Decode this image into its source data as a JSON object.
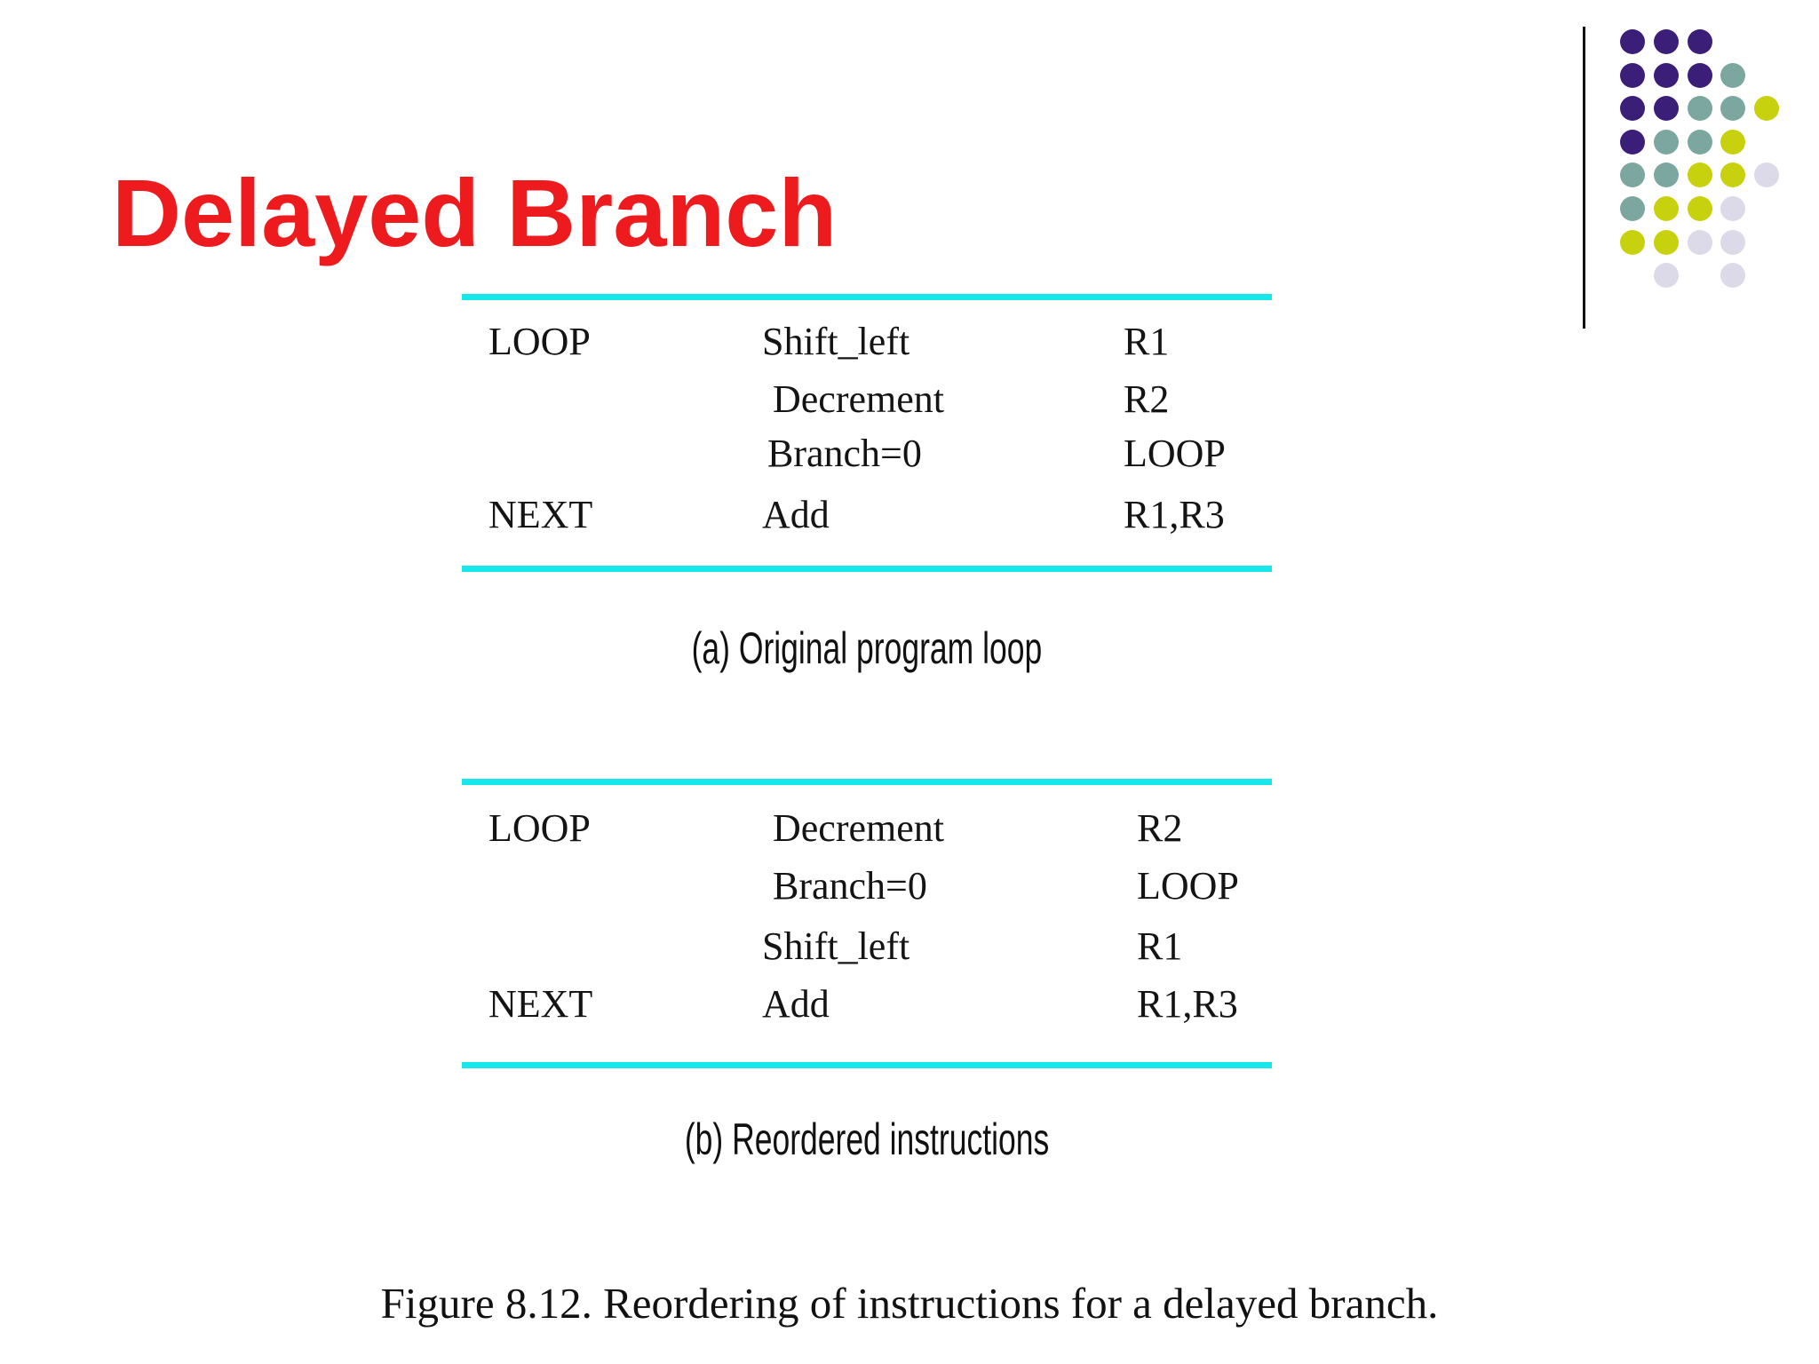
{
  "title": {
    "text": "Delayed Branch",
    "color": "#EE1B1E"
  },
  "tables": {
    "a": {
      "rows": [
        {
          "label": "LOOP",
          "opcode": "Shift_left",
          "operand": "R1"
        },
        {
          "label": "",
          "opcode": "Decrement",
          "operand": "R2"
        },
        {
          "label": "",
          "opcode": "Branch=0",
          "operand": "LOOP"
        },
        {
          "label": "NEXT",
          "opcode": "Add",
          "operand": "R1,R3"
        }
      ],
      "caption": "(a) Original program loop"
    },
    "b": {
      "rows": [
        {
          "label": "LOOP",
          "opcode": "Decrement",
          "operand": "R2"
        },
        {
          "label": "",
          "opcode": "Branch=0",
          "operand": "LOOP"
        },
        {
          "label": "",
          "opcode": "Shift_left",
          "operand": "R1"
        },
        {
          "label": "NEXT",
          "opcode": "Add",
          "operand": "R1,R3"
        }
      ],
      "caption": "(b) Reordered instructions"
    }
  },
  "figure_caption": "Figure 8.12. Reordering of instructions for a delayed branch.",
  "decoration": {
    "rule_color": "#15E7EA",
    "divider_color": "#111111",
    "dot_pattern": [
      "iii..",
      "iiit.",
      "iittc",
      "ittc.",
      "ttccl",
      "tccl.",
      "ccll.",
      ".l.l."
    ],
    "dot_colors": {
      "i": "#3B1E78",
      "t": "#7CA6A0",
      "c": "#C8D10D",
      "l": "#DCD9E8"
    }
  }
}
